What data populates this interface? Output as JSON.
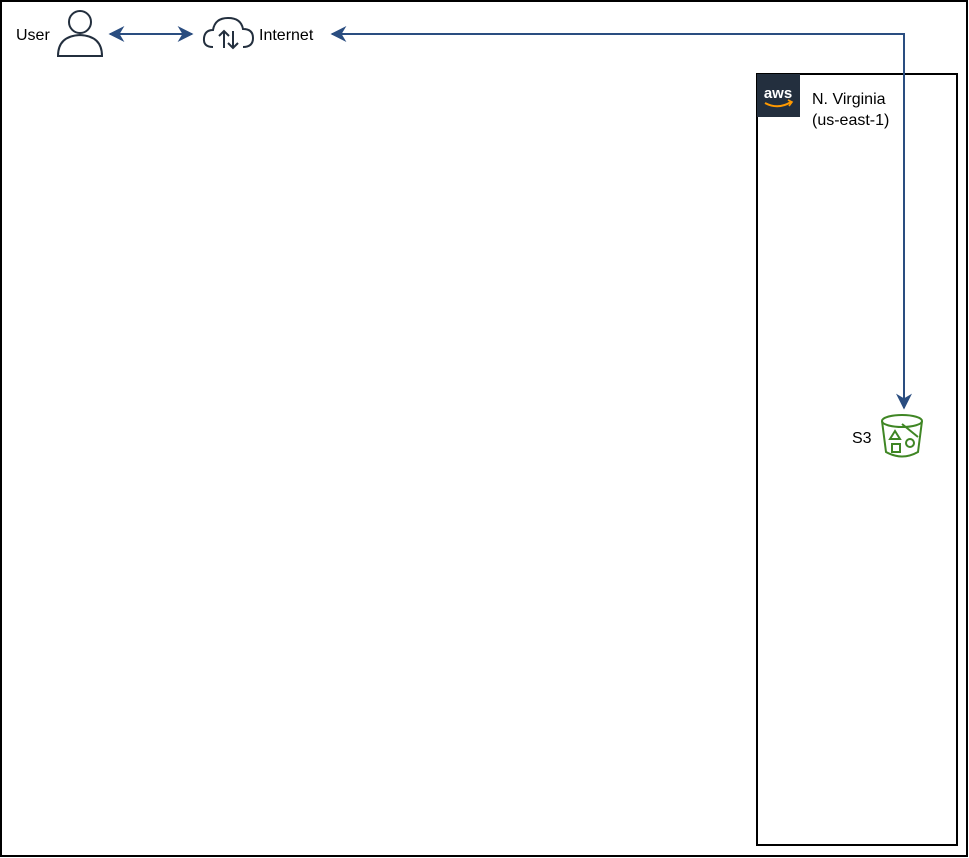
{
  "nodes": {
    "user": {
      "label": "User"
    },
    "internet": {
      "label": "Internet"
    },
    "region": {
      "logo_text": "aws",
      "name": "N. Virginia",
      "code": "(us-east-1)"
    },
    "s3": {
      "label": "S3"
    }
  },
  "edges": [
    {
      "from": "user",
      "to": "internet",
      "direction": "bidirectional"
    },
    {
      "from": "internet",
      "to": "s3",
      "direction": "bidirectional"
    }
  ],
  "colors": {
    "connector": "#2a4d80",
    "s3_icon": "#3f8624",
    "aws_logo_bg": "#232f3e",
    "icon_stroke": "#232f3e",
    "border": "#000000"
  }
}
